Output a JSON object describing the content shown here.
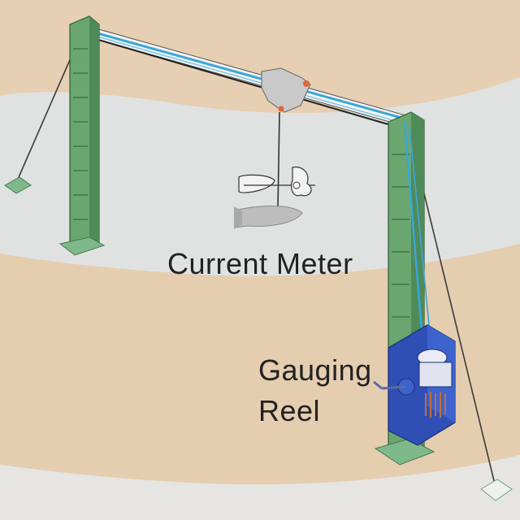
{
  "labels": {
    "current_meter": "Current Meter",
    "gauging_reel_line1": "Gauging",
    "gauging_reel_line2": "Reel"
  },
  "colors": {
    "background_light": "#e8e6e1",
    "sand_band": "#e3cdb0",
    "frame_green": "#6aa66f",
    "frame_green_dark": "#3f7a49",
    "cable_blue": "#3aa6d8",
    "reel_blue": "#2f4fb5",
    "meter_gray": "#b8b8b8"
  }
}
